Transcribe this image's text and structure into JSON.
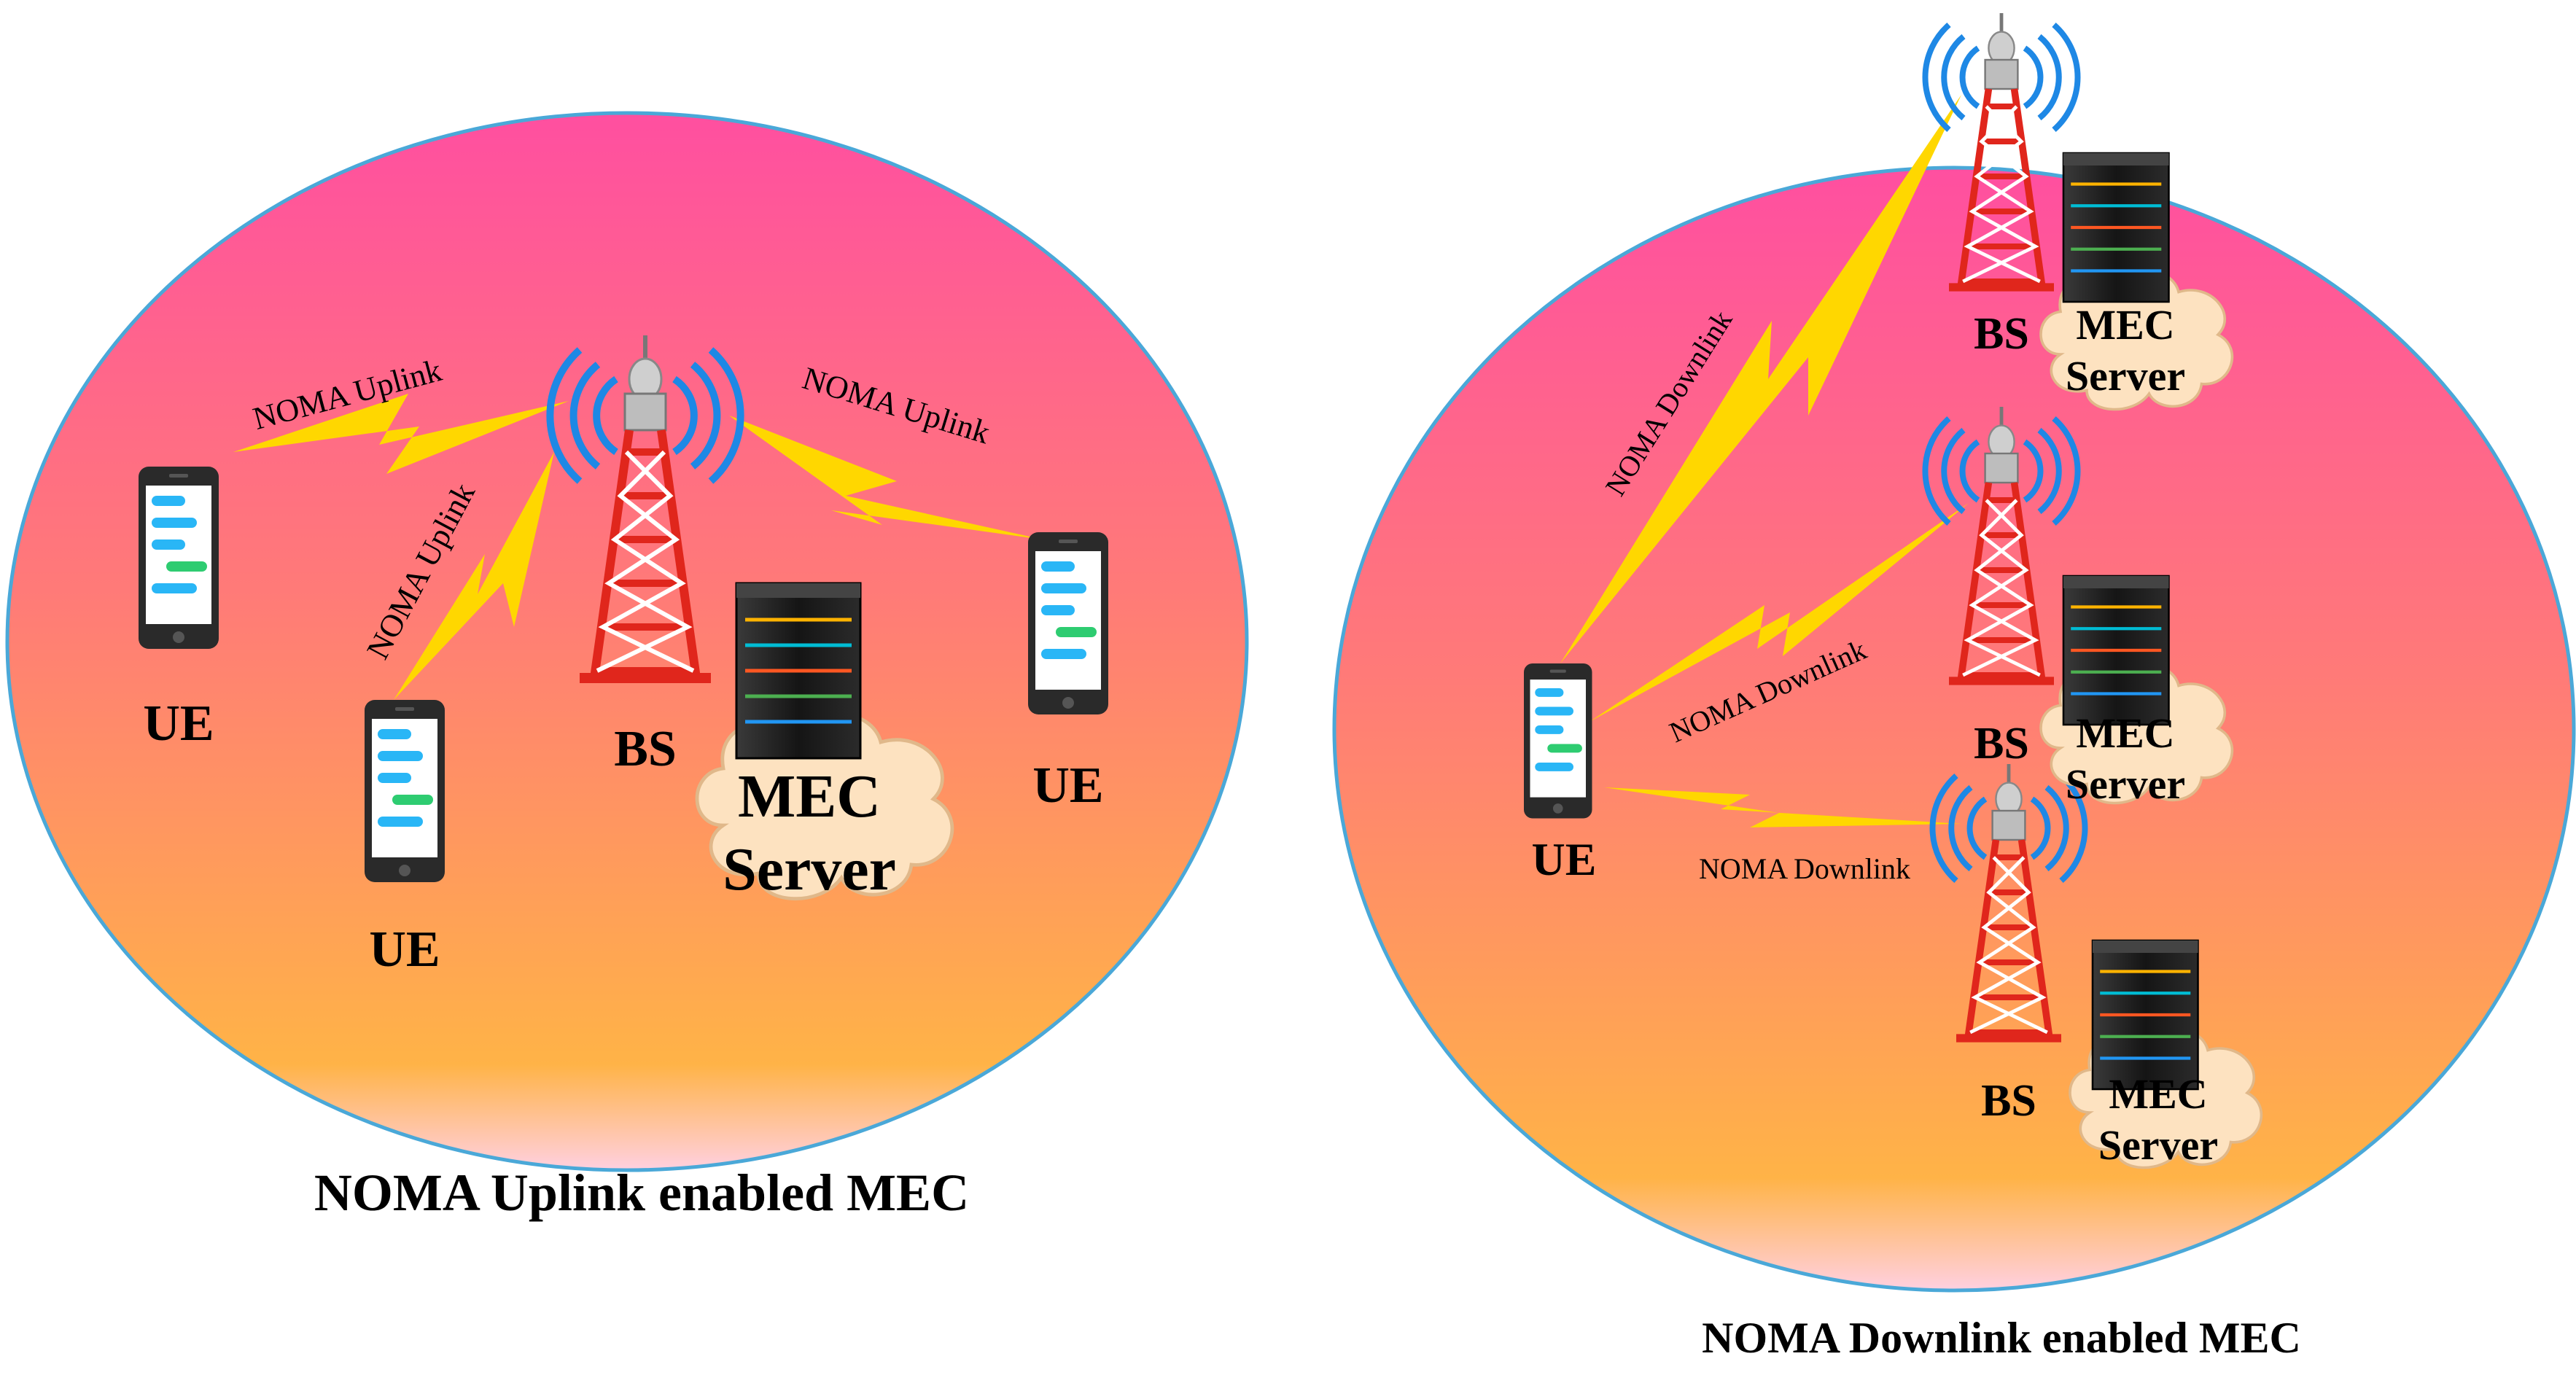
{
  "colors": {
    "gradient_top": "#ff5aa0",
    "gradient_mid": "#ff8a6a",
    "gradient_bottom": "#ffb347",
    "ellipse_border": "#4aa8d8",
    "lightning": "#ffd700",
    "tower_red": "#e0261c",
    "server_dark": "#1e1e1e",
    "cloud": "#fde2c0",
    "phone_body": "#2a2a2a",
    "bubble_blue": "#29b6f6",
    "bubble_green": "#2ecc71"
  },
  "uplink": {
    "caption": "NOMA Uplink enabled MEC",
    "link_label_1": "NOMA Uplink",
    "link_label_2": "NOMA Uplink",
    "link_label_3": "NOMA Uplink",
    "ue_label_1": "UE",
    "ue_label_2": "UE",
    "ue_label_3": "UE",
    "bs_label": "BS",
    "server_line1": "MEC",
    "server_line2": "Server"
  },
  "downlink": {
    "caption": "NOMA Downlink enabled MEC",
    "link_label_1": "NOMA Downlink",
    "link_label_2": "NOMA Downlink",
    "link_label_3": "NOMA Downlink",
    "ue_label": "UE",
    "bs_label_1": "BS",
    "bs_label_2": "BS",
    "bs_label_3": "BS",
    "server1_line1": "MEC",
    "server1_line2": "Server",
    "server2_line1": "MEC",
    "server2_line2": "Server",
    "server3_line1": "MEC",
    "server3_line2": "Server"
  }
}
